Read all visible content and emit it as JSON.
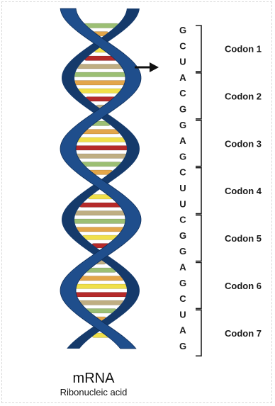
{
  "title": "mRNA",
  "subtitle": "Ribonucleic acid",
  "sequence": [
    "G",
    "C",
    "U",
    "A",
    "C",
    "G",
    "G",
    "A",
    "G",
    "C",
    "U",
    "U",
    "C",
    "G",
    "G",
    "A",
    "G",
    "C",
    "U",
    "A",
    "G"
  ],
  "codons": [
    {
      "label": "Codon 1",
      "bases": "GCU"
    },
    {
      "label": "Codon 2",
      "bases": "ACG"
    },
    {
      "label": "Codon 3",
      "bases": "GAG"
    },
    {
      "label": "Codon 4",
      "bases": "CUU"
    },
    {
      "label": "Codon 5",
      "bases": "CGG"
    },
    {
      "label": "Codon 6",
      "bases": "AGC"
    },
    {
      "label": "Codon 7",
      "bases": "UAG"
    }
  ],
  "colors": {
    "backbone": "#1f4e8c",
    "backbone_dark": "#153a6b",
    "bracket": "#222222",
    "base_colors": [
      "#9cbf74",
      "#e3a64a",
      "#f0e04a",
      "#b52a2a",
      "#bfae82"
    ]
  },
  "icons": {
    "pointer": "arrow-right-icon"
  }
}
